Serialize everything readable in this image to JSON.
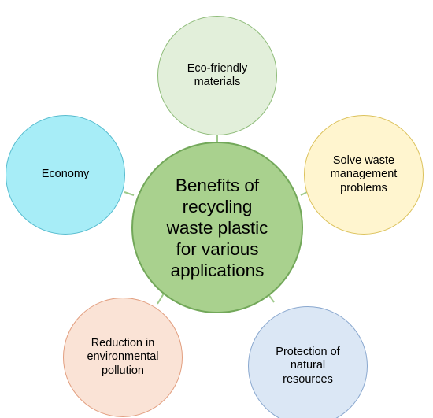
{
  "center": {
    "label": "Benefits of\nrecycling\nwaste plastic\nfor various\napplications",
    "fill": "#a9d18e",
    "border": "#73a85a"
  },
  "nodes": [
    {
      "id": "top",
      "label": "Eco-friendly\nmaterials",
      "fill": "#e2efda",
      "border": "#8fbc7a"
    },
    {
      "id": "left",
      "label": "Economy",
      "fill": "#a7edf7",
      "border": "#57bccf"
    },
    {
      "id": "right",
      "label": "Solve waste\nmanagement\nproblems",
      "fill": "#fff5cf",
      "border": "#dcc25c"
    },
    {
      "id": "bottom-left",
      "label": "Reduction in\nenvironmental\npollution",
      "fill": "#fae3d6",
      "border": "#e29f80"
    },
    {
      "id": "bottom-right",
      "label": "Protection of\nnatural\nresources",
      "fill": "#dbe7f5",
      "border": "#8aa8cf"
    }
  ],
  "connector_color": "#9ec98a"
}
